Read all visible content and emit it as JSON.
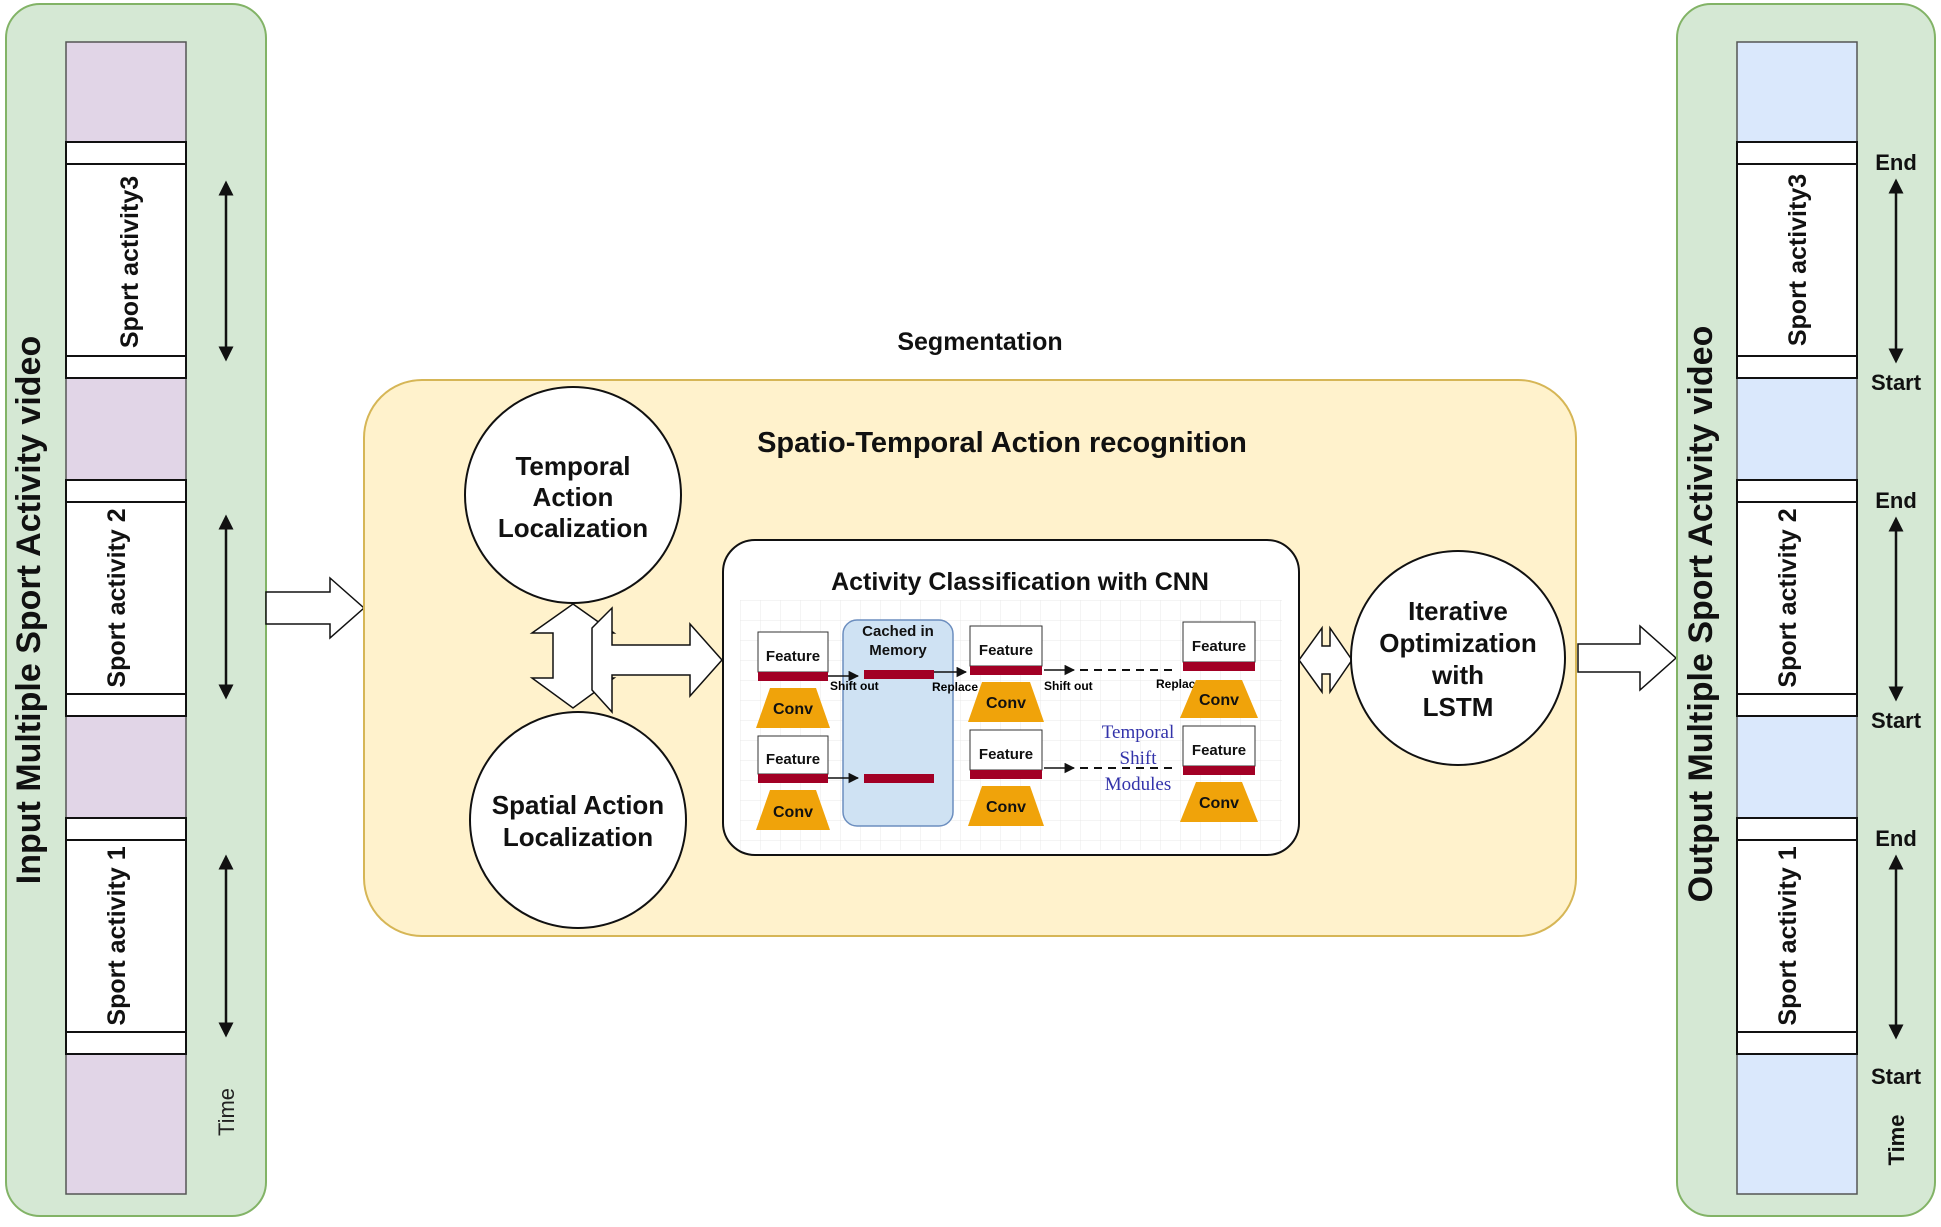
{
  "input_panel": {
    "title": "Input Multiple Sport Activity video",
    "time_label": "Time",
    "segments": [
      "Sport activity3",
      "Sport activity 2",
      "Sport activity 1"
    ]
  },
  "output_panel": {
    "title": "Output Multiple Sport Activity video",
    "time_label": "Time",
    "segments": [
      "Sport activity3",
      "Sport activity 2",
      "Sport activity 1"
    ],
    "end_label": "End",
    "start_label": "Start"
  },
  "segmentation": {
    "title": "Segmentation",
    "inner_title": "Spatio-Temporal Action recognition",
    "temporal_node": [
      "Temporal",
      "Action",
      "Localization"
    ],
    "spatial_node": [
      "Spatial Action",
      "Localization"
    ],
    "lstm_node": [
      "Iterative",
      "Optimization",
      "with",
      "LSTM"
    ]
  },
  "cnn": {
    "title": "Activity Classification with CNN",
    "feature_label": "Feature",
    "conv_label": "Conv",
    "cached_label": [
      "Cached in",
      "Memory"
    ],
    "shift_out_1": "Shift out",
    "replace_1": "Replace",
    "shift_out_2": "Shift out",
    "replace_2": "Replace",
    "tsm_label": [
      "Temporal",
      "Shift",
      "Modules"
    ]
  },
  "colors": {
    "panel_fill": "#d5e8d4",
    "panel_stroke": "#82b366",
    "input_seg_fill": "#e1d5e7",
    "output_seg_fill": "#dae8fc",
    "seg_box_fill": "#fff2cc",
    "seg_box_stroke": "#d6b656",
    "cached_fill": "#cfe2f3",
    "conv_fill": "#f0a30a",
    "feature_bar": "#a20025"
  }
}
